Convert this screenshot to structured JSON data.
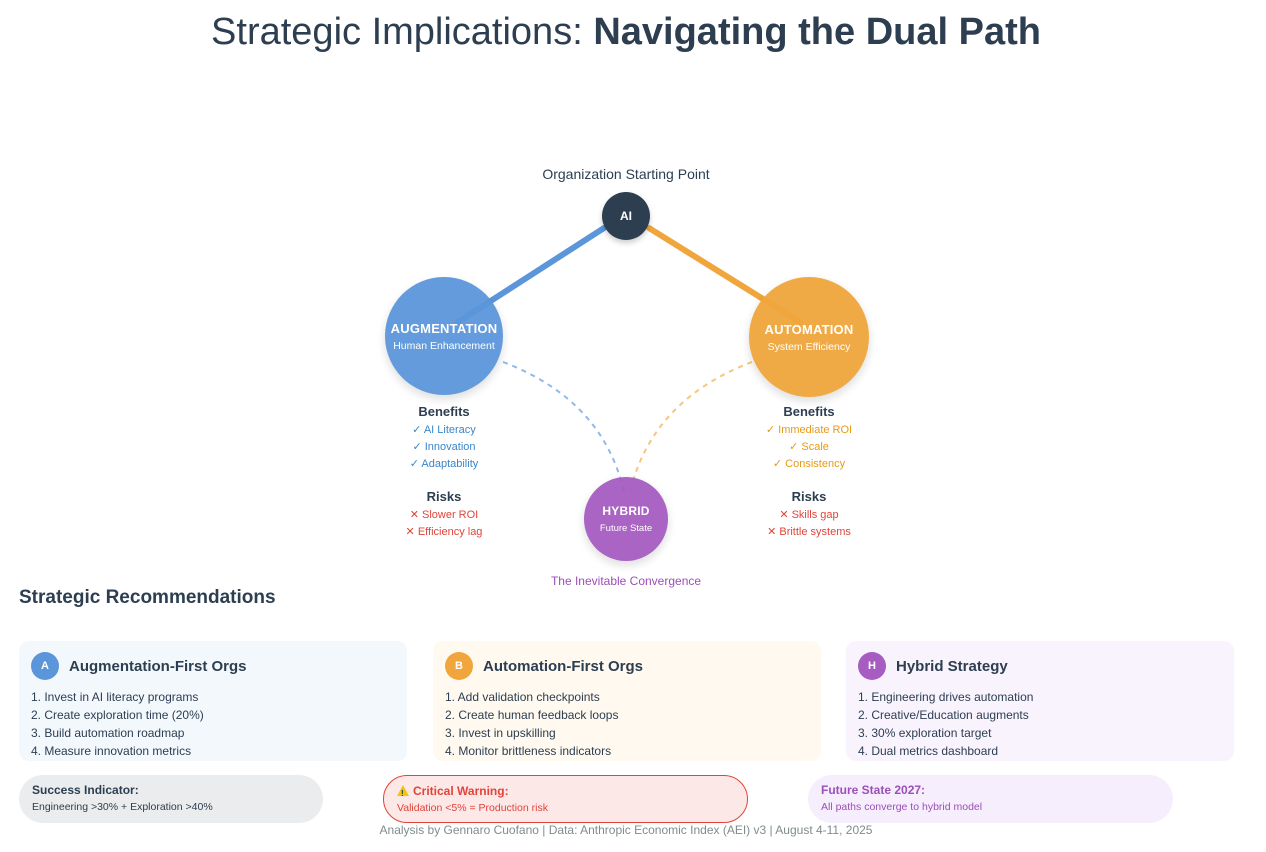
{
  "title": {
    "light": "Strategic Implications:",
    "bold": "Navigating the Dual Path"
  },
  "diagram": {
    "start_label": "Organization Starting Point",
    "ai_node": "AI",
    "augmentation": {
      "title": "AUGMENTATION",
      "subtitle": "Human Enhancement",
      "benefits_heading": "Benefits",
      "benefits": [
        "✓ AI Literacy",
        "✓ Innovation",
        "✓ Adaptability"
      ],
      "risks_heading": "Risks",
      "risks": [
        "✕ Slower ROI",
        "✕ Efficiency lag"
      ]
    },
    "automation": {
      "title": "AUTOMATION",
      "subtitle": "System Efficiency",
      "benefits_heading": "Benefits",
      "benefits": [
        "✓ Immediate ROI",
        "✓ Scale",
        "✓ Consistency"
      ],
      "risks_heading": "Risks",
      "risks": [
        "✕ Skills gap",
        "✕ Brittle systems"
      ]
    },
    "hybrid": {
      "title": "HYBRID",
      "subtitle": "Future State"
    },
    "convergence_label": "The Inevitable Convergence",
    "colors": {
      "augmentation": "#5b96db",
      "automation": "#f0a63c",
      "hybrid": "#a65cc0",
      "ai": "#2c3e50"
    }
  },
  "recommendations": {
    "heading": "Strategic Recommendations",
    "cards": [
      {
        "badge": "A",
        "title": "Augmentation-First Orgs",
        "items": [
          "1. Invest in AI literacy programs",
          "2. Create exploration time (20%)",
          "3. Build automation roadmap",
          "4. Measure innovation metrics"
        ]
      },
      {
        "badge": "B",
        "title": "Automation-First Orgs",
        "items": [
          "1. Add validation checkpoints",
          "2. Create human feedback loops",
          "3. Invest in upskilling",
          "4. Monitor brittleness indicators"
        ]
      },
      {
        "badge": "H",
        "title": "Hybrid Strategy",
        "items": [
          "1. Engineering drives automation",
          "2. Creative/Education augments",
          "3. 30% exploration target",
          "4. Dual metrics dashboard"
        ]
      }
    ]
  },
  "callouts": {
    "success": {
      "title": "Success Indicator:",
      "text": "Engineering >30% + Exploration >40%"
    },
    "warning": {
      "icon": "warning-icon",
      "title": "Critical Warning:",
      "text": "Validation <5% = Production risk"
    },
    "future": {
      "title": "Future State 2027:",
      "text": "All paths converge to hybrid model"
    }
  },
  "footer": "Analysis by Gennaro Cuofano | Data: Anthropic Economic Index (AEI) v3 | August 4-11, 2025"
}
